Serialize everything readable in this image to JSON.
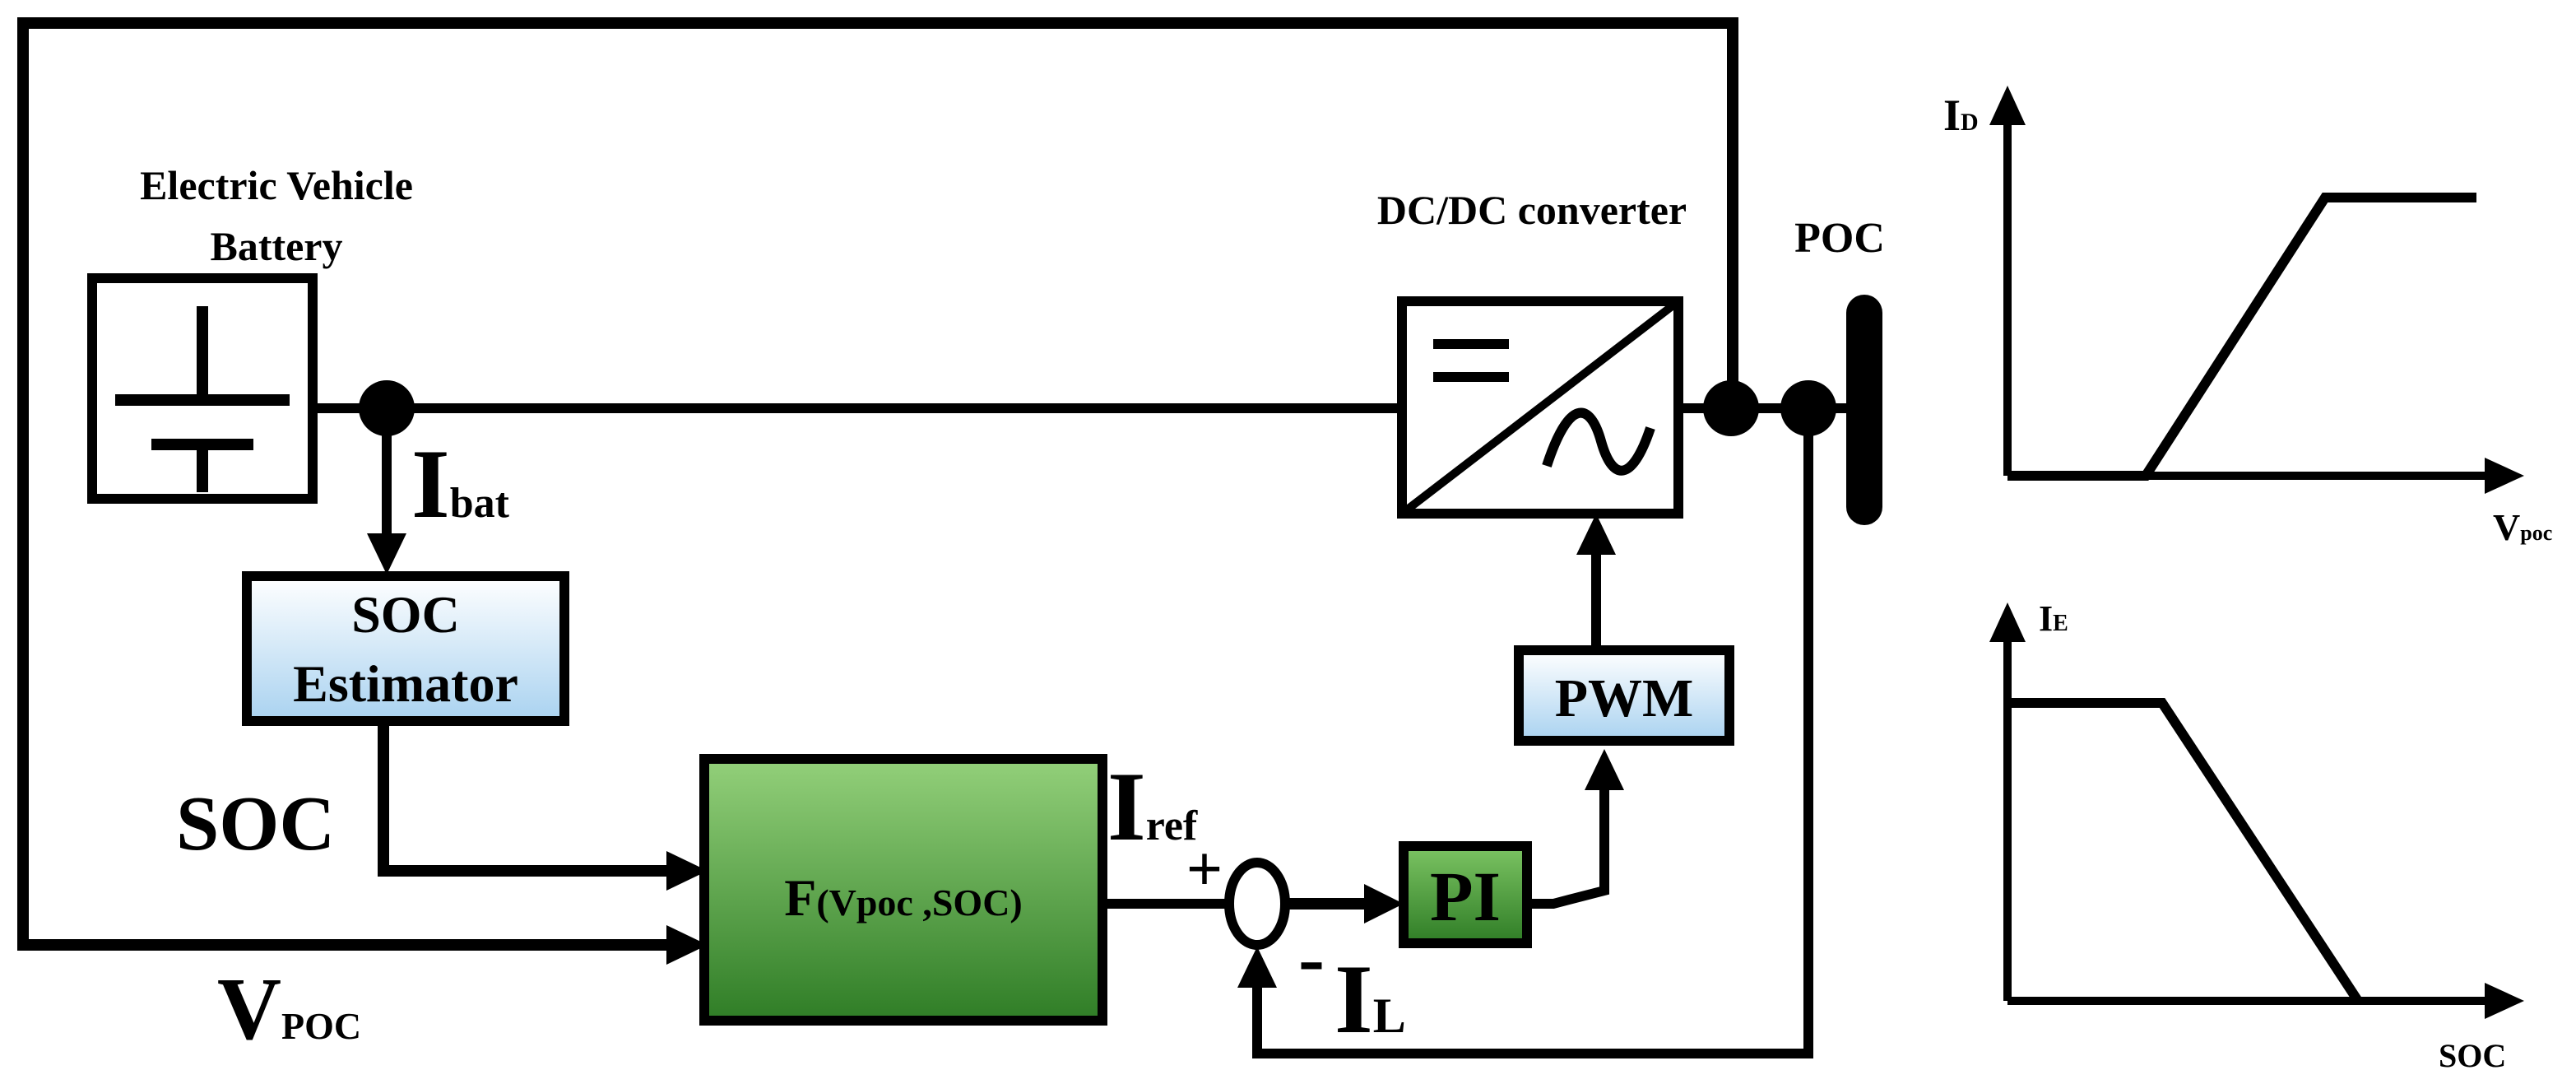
{
  "labels": {
    "battery_line1": "Electric Vehicle",
    "battery_line2": "Battery",
    "converter": "DC/DC converter",
    "poc": "POC",
    "ibat_main": "I",
    "ibat_sub": "bat",
    "soc_estimator_line1": "SOC",
    "soc_estimator_line2": "Estimator",
    "soc_signal": "SOC",
    "vpoc_main": "V",
    "vpoc_sub": "POC",
    "func_main": "F",
    "func_args": "(Vpoc ,SOC)",
    "iref_main": "I",
    "iref_sub": "ref",
    "plus": "+",
    "minus": "-",
    "il_main": "I",
    "il_sub": "L",
    "pi": "PI",
    "pwm": "PWM",
    "graph1_y_main": "I",
    "graph1_y_sub": "D",
    "graph1_x_main": "V",
    "graph1_x_sub": "poc",
    "graph2_y_main": "I",
    "graph2_y_sub": "E",
    "graph2_x": "SOC"
  },
  "colors": {
    "line": "#000000",
    "estimator_fill_top": "#ffffff",
    "estimator_fill_bottom": "#a9d2f0",
    "green_top": "#93d07a",
    "green_bottom": "#2f7d26"
  }
}
